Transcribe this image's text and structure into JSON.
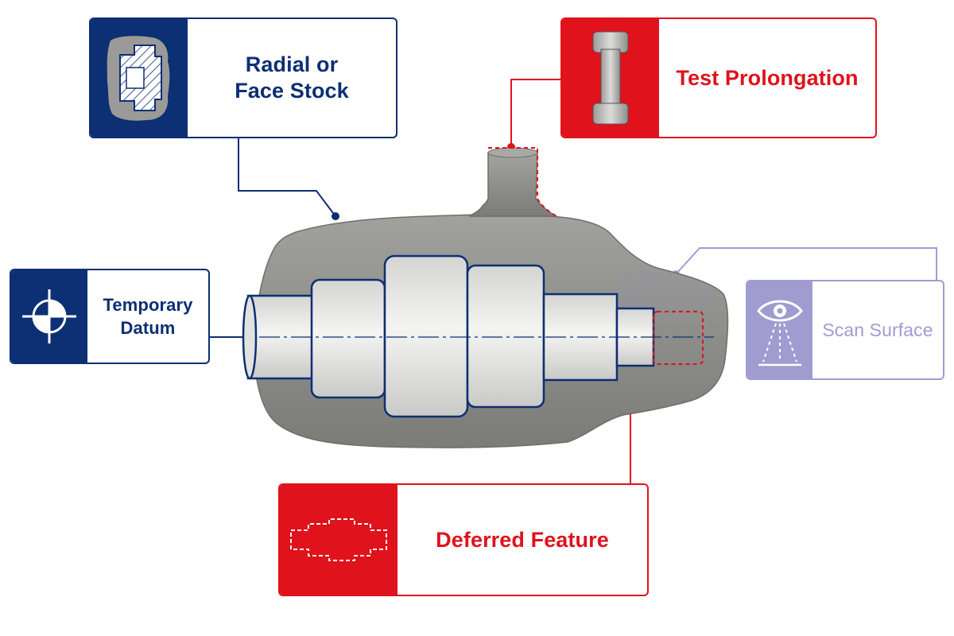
{
  "callouts": {
    "radial_stock": {
      "line1": "Radial or",
      "line2": "Face Stock",
      "icon": "hatched-stock-section-icon",
      "color": "#0d2f73"
    },
    "test_prolongation": {
      "label": "Test Prolongation",
      "icon": "test-bar-icon",
      "color": "#e0121c"
    },
    "temporary_datum": {
      "line1": "Temporary",
      "line2": "Datum",
      "icon": "datum-target-icon",
      "color": "#0d2f73"
    },
    "scan_surface": {
      "label": "Scan Surface",
      "icon": "eye-scan-icon",
      "color": "#a09cd0"
    },
    "deferred_feature": {
      "label": "Deferred Feature",
      "icon": "dashed-shaft-outline-icon",
      "color": "#e0121c"
    }
  },
  "part": {
    "forging_color": "#8e8e8a",
    "shaft_color": "#e6e6e4",
    "outline_color": "#0d2f73"
  }
}
